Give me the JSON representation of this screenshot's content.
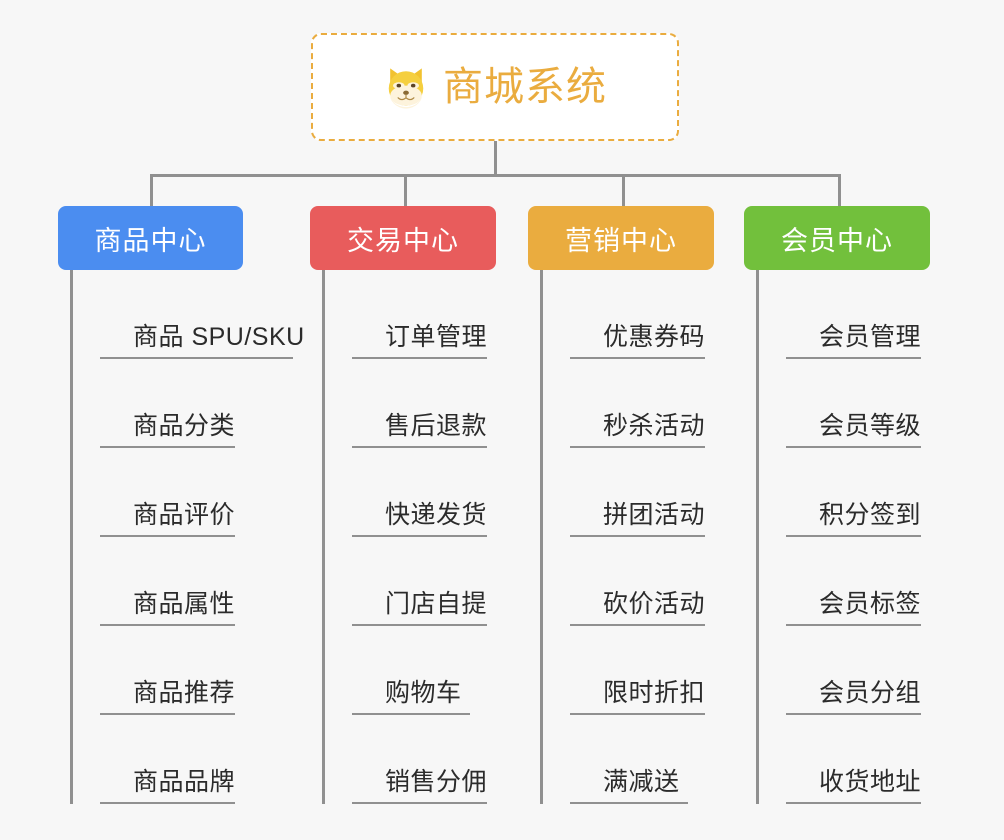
{
  "background_color": "#f7f7f7",
  "root": {
    "title": "商城系统",
    "icon": "shiba-dog-face-icon",
    "color": "#eaac3f",
    "border_style": "dashed"
  },
  "connector_color": "#909090",
  "categories": [
    {
      "label": "商品中心",
      "color": "#4b8df0",
      "items": [
        {
          "label": "商品 SPU/SKU"
        },
        {
          "label": "商品分类"
        },
        {
          "label": "商品评价"
        },
        {
          "label": "商品属性"
        },
        {
          "label": "商品推荐"
        },
        {
          "label": "商品品牌"
        }
      ]
    },
    {
      "label": "交易中心",
      "color": "#e85c5c",
      "items": [
        {
          "label": "订单管理"
        },
        {
          "label": "售后退款"
        },
        {
          "label": "快递发货"
        },
        {
          "label": "门店自提"
        },
        {
          "label": "购物车"
        },
        {
          "label": "销售分佣"
        }
      ]
    },
    {
      "label": "营销中心",
      "color": "#eaac3f",
      "items": [
        {
          "label": "优惠券码"
        },
        {
          "label": "秒杀活动"
        },
        {
          "label": "拼团活动"
        },
        {
          "label": "砍价活动"
        },
        {
          "label": "限时折扣"
        },
        {
          "label": "满减送"
        }
      ]
    },
    {
      "label": "会员中心",
      "color": "#72c03c",
      "items": [
        {
          "label": "会员管理"
        },
        {
          "label": "会员等级"
        },
        {
          "label": "积分签到"
        },
        {
          "label": "会员标签"
        },
        {
          "label": "会员分组"
        },
        {
          "label": "收货地址"
        }
      ]
    }
  ]
}
